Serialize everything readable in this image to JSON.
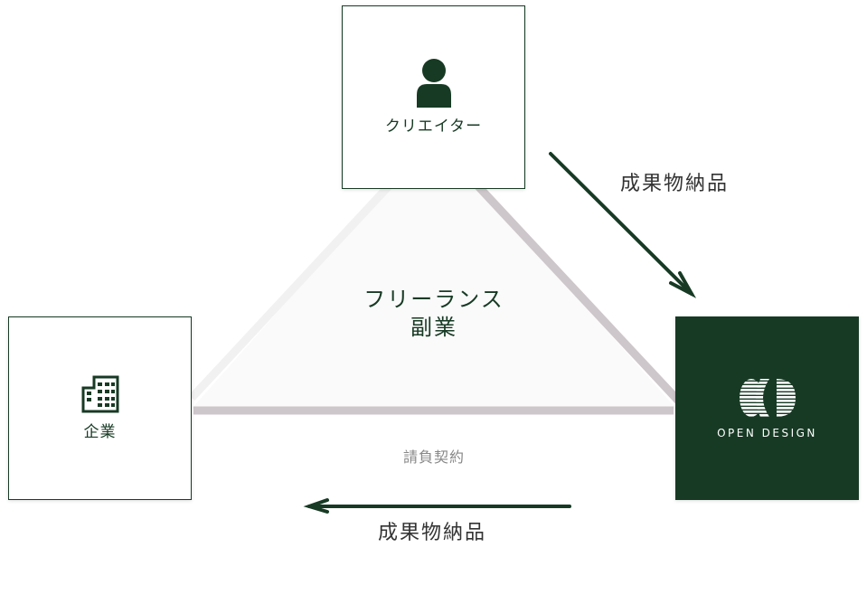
{
  "nodes": {
    "creator": {
      "label": "クリエイター",
      "icon": "person-icon"
    },
    "company": {
      "label": "企業",
      "icon": "building-icon"
    },
    "open_design": {
      "logo_text": "OPEN DESIGN",
      "logo_mark": "OD"
    }
  },
  "center": {
    "line1": "フリーランス",
    "line2": "副業"
  },
  "contract_label": "請負契約",
  "arrow_top_label": "成果物納品",
  "arrow_bottom_label": "成果物納品",
  "colors": {
    "accent": "#173a24",
    "edge": "#cdc6ca",
    "edge_light": "#f1f1f1",
    "fill": "#fafafa"
  }
}
